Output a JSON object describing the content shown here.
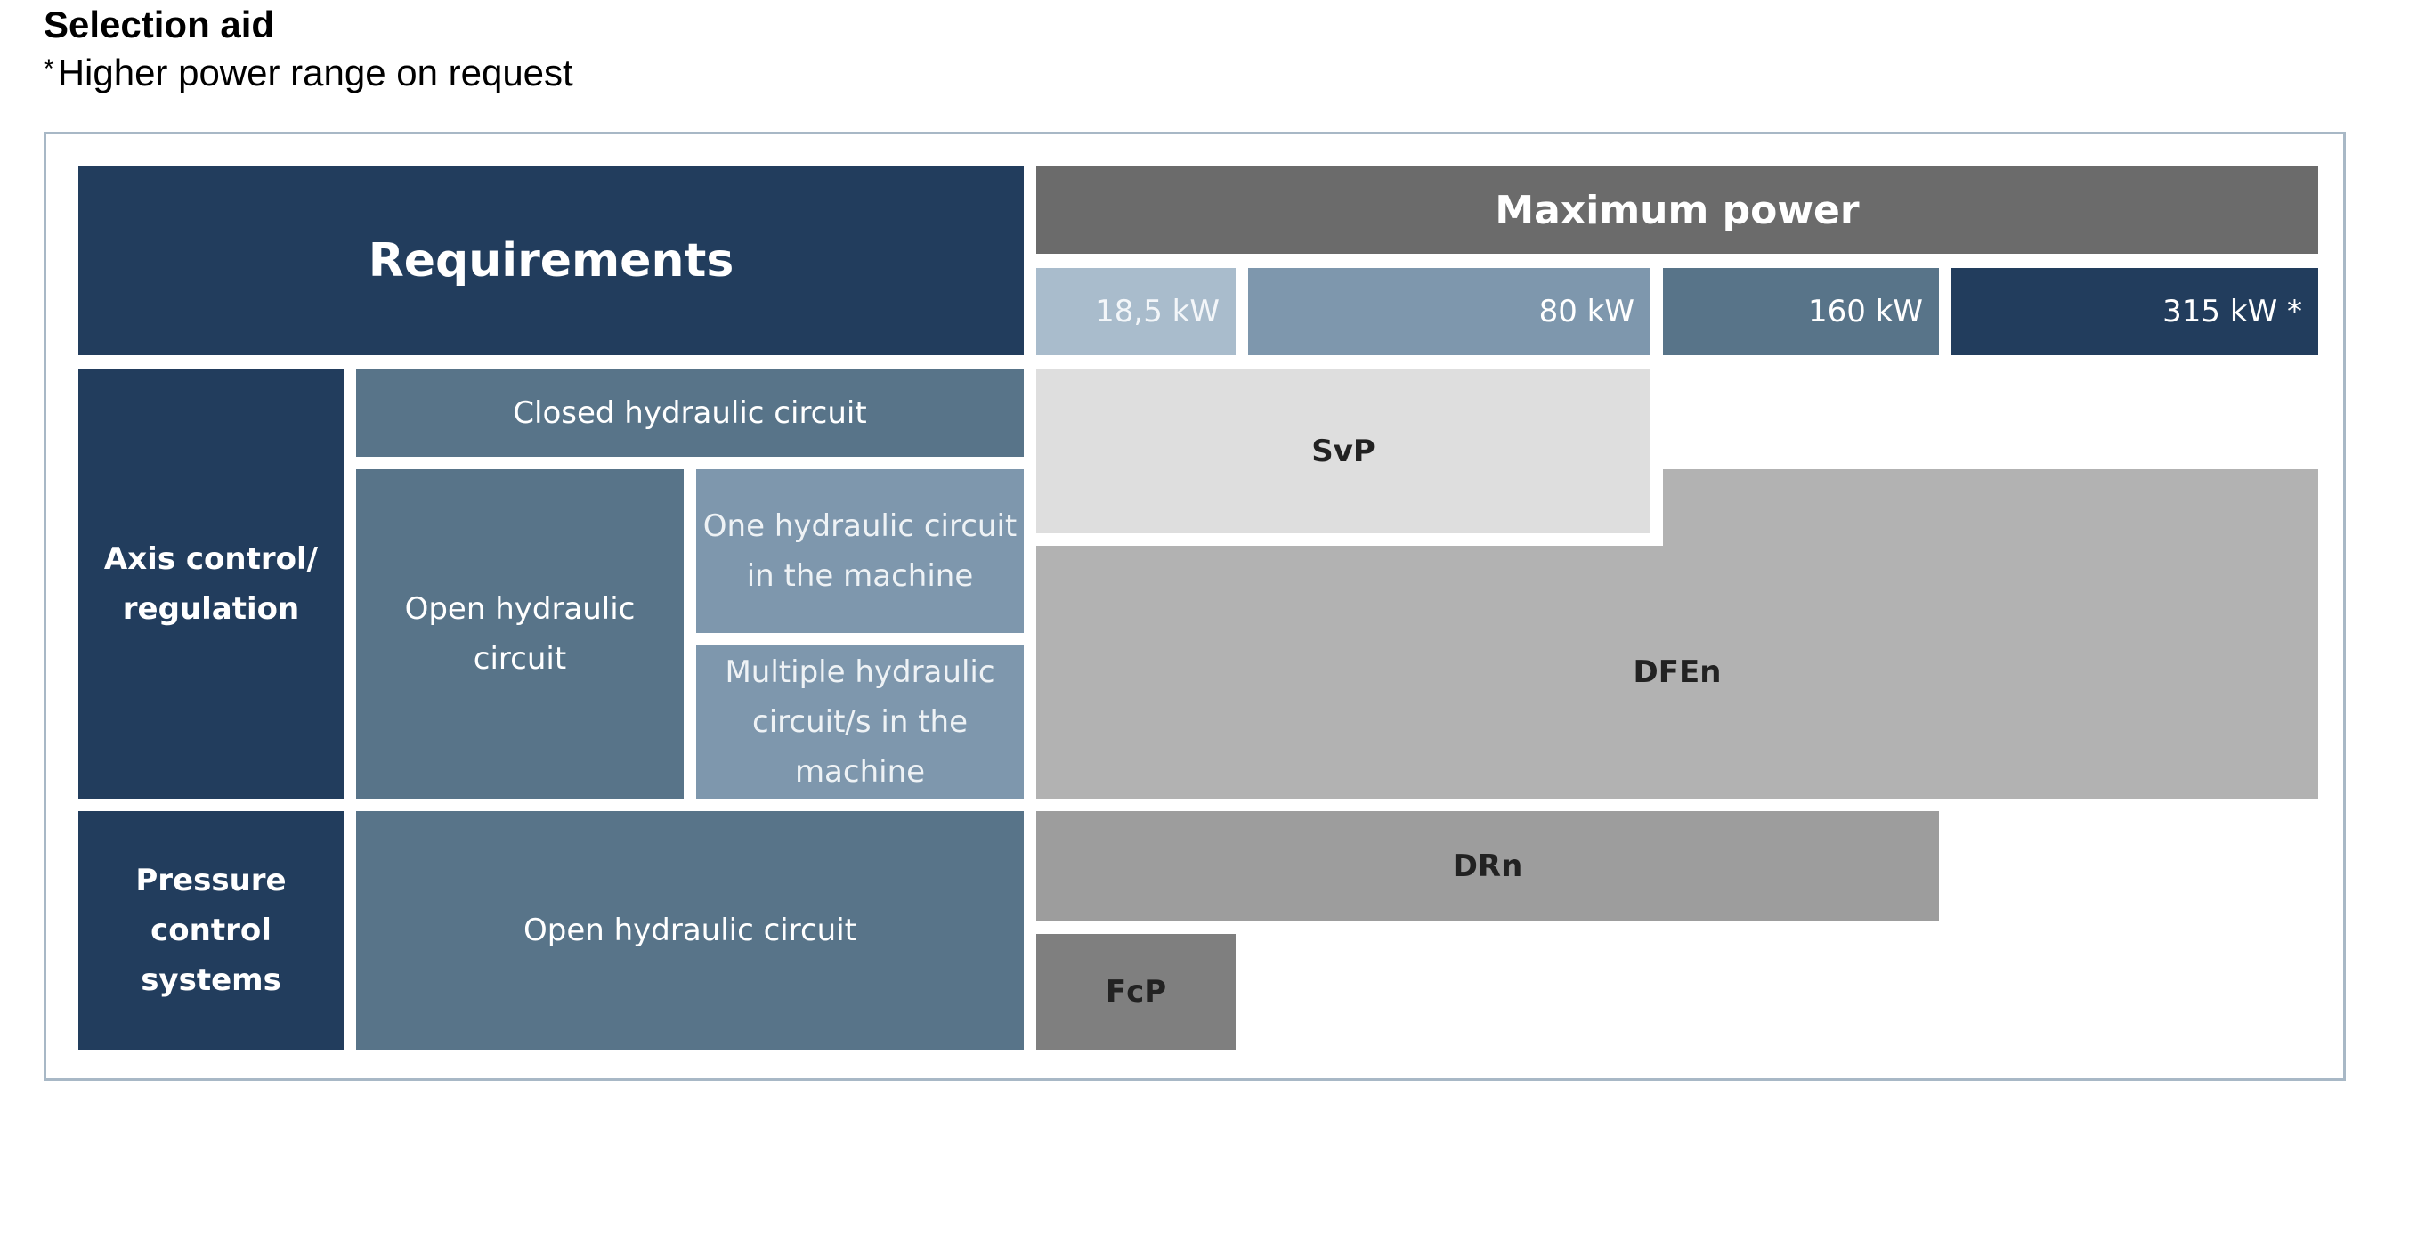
{
  "title": "Selection aid",
  "footnote": {
    "marker": "*",
    "text": "Higher power range on request"
  },
  "requirements": {
    "header": "Requirements",
    "axis_control": {
      "label_line1": "Axis control/",
      "label_line2": "regulation",
      "closed_circuit": "Closed hydraulic circuit",
      "open_circuit_line1": "Open hydraulic",
      "open_circuit_line2": "circuit",
      "one_circuit_line1": "One hydraulic circuit",
      "one_circuit_line2": "in the machine",
      "multiple_line1": "Multiple hydraulic",
      "multiple_line2": "circuit/s in the",
      "multiple_line3": "machine"
    },
    "pressure_control": {
      "label_line1": "Pressure",
      "label_line2": "control systems",
      "open_circuit": "Open hydraulic circuit"
    }
  },
  "maximum_power": {
    "header": "Maximum power",
    "levels": [
      "18,5 kW",
      "80 kW",
      "160 kW",
      "315 kW *"
    ]
  },
  "products": {
    "svp": "SvP",
    "dfen": "DFEn",
    "drn": "DRn",
    "fcp": "FcP"
  },
  "colors": {
    "navy": "#223d5d",
    "slate": "#587489",
    "steel": "#7e97ad",
    "pale": "#a9bccc",
    "header_gray": "#6b6b6b",
    "svp_gray": "#dedede",
    "dfen_gray": "#b2b2b2",
    "drn_gray": "#9d9d9d",
    "fcp_gray": "#7f7f7f"
  }
}
